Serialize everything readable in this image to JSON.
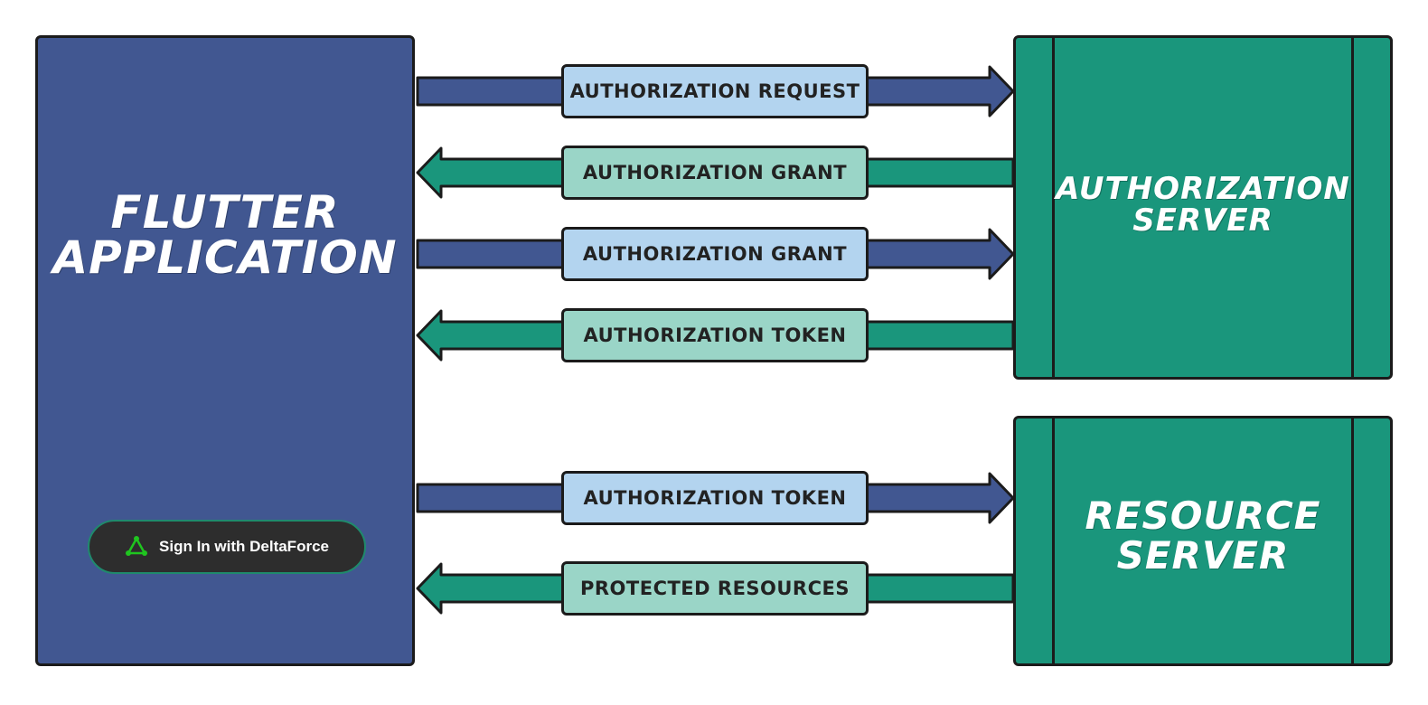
{
  "colors": {
    "client_fill": "#415791",
    "server_fill": "#1a967c",
    "request_label_fill": "#b3d4ef",
    "response_label_fill": "#9ad5c7",
    "outline": "#1b1b1b"
  },
  "client": {
    "title_lines": [
      "FLUTTER",
      "APPLICATION"
    ],
    "signin_label": "Sign In with DeltaForce",
    "signin_icon": "deltaforce-logo-icon"
  },
  "auth_server": {
    "title_lines": [
      "AUTHORIZATION",
      "SERVER"
    ]
  },
  "resource_server": {
    "title_lines": [
      "RESOURCE",
      "SERVER"
    ]
  },
  "flows": [
    {
      "label": "AUTHORIZATION REQUEST",
      "direction": "to-server",
      "target": "auth_server"
    },
    {
      "label": "AUTHORIZATION GRANT",
      "direction": "to-client",
      "target": "auth_server"
    },
    {
      "label": "AUTHORIZATION GRANT",
      "direction": "to-server",
      "target": "auth_server"
    },
    {
      "label": "AUTHORIZATION TOKEN",
      "direction": "to-client",
      "target": "auth_server"
    },
    {
      "label": "AUTHORIZATION TOKEN",
      "direction": "to-server",
      "target": "resource_server"
    },
    {
      "label": "PROTECTED RESOURCES",
      "direction": "to-client",
      "target": "resource_server"
    }
  ]
}
